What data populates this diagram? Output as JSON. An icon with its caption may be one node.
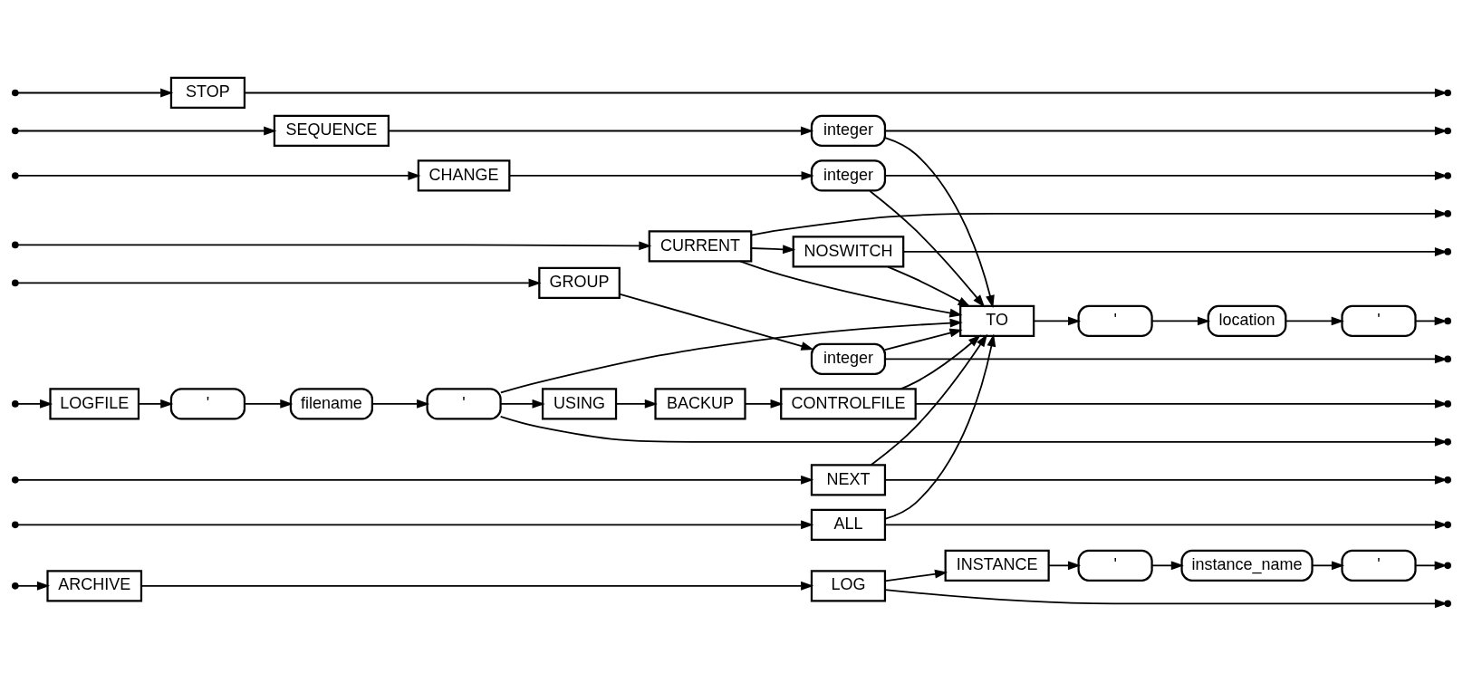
{
  "diagram": {
    "nodes": [
      {
        "text": [
          "ARCHIVE"
        ]
      },
      {
        "text": [
          "LOG"
        ]
      },
      {
        "text": [
          "INSTANCE"
        ]
      },
      {
        "text": [
          "'"
        ]
      },
      {
        "text": [
          "instance_name"
        ]
      },
      {
        "text": [
          "'"
        ]
      },
      {
        "text": [
          "SEQUENCE"
        ]
      },
      {
        "text": [
          "integer"
        ]
      },
      {
        "text": [
          "CHANGE"
        ]
      },
      {
        "text": [
          "integer"
        ]
      },
      {
        "text": [
          "CURRENT"
        ]
      },
      {
        "text": [
          "NOSWITCH"
        ]
      },
      {
        "text": [
          "GROUP"
        ]
      },
      {
        "text": [
          "integer"
        ]
      },
      {
        "text": [
          "LOGFILE"
        ]
      },
      {
        "text": [
          "'"
        ]
      },
      {
        "text": [
          "filename"
        ]
      },
      {
        "text": [
          "'"
        ]
      },
      {
        "text": [
          "USING"
        ]
      },
      {
        "text": [
          "BACKUP"
        ]
      },
      {
        "text": [
          "CONTROLFILE"
        ]
      },
      {
        "text": [
          "NEXT"
        ]
      },
      {
        "text": [
          "ALL"
        ]
      },
      {
        "text": [
          "STOP"
        ]
      },
      {
        "text": [
          "TO"
        ]
      },
      {
        "text": [
          "'"
        ]
      },
      {
        "text": [
          "location"
        ]
      },
      {
        "text": [
          "'"
        ]
      }
    ],
    "edges": [
      {
        "from": null,
        "to": 0,
        "arrow": "to"
      },
      {
        "from": 0,
        "to": 1,
        "arrow": "to"
      },
      {
        "from": 1,
        "to": 2,
        "arrow": "to"
      },
      {
        "from": 2,
        "to": 3,
        "arrow": "to"
      },
      {
        "from": 3,
        "to": 4,
        "arrow": "to"
      },
      {
        "from": 4,
        "to": 5,
        "arrow": "to"
      },
      {
        "from": 1,
        "to": null,
        "arrow": "to"
      },
      {
        "from": 5,
        "to": null,
        "arrow": "to"
      },
      {
        "from": null,
        "to": 6,
        "arrow": "to"
      },
      {
        "from": null,
        "to": 8,
        "arrow": "to"
      },
      {
        "from": null,
        "to": 12,
        "arrow": "to"
      },
      {
        "from": null,
        "to": 14,
        "arrow": "to"
      },
      {
        "from": null,
        "to": 21,
        "arrow": "to"
      },
      {
        "from": null,
        "to": 22,
        "arrow": "to"
      },
      {
        "from": 6,
        "to": 7,
        "arrow": "to"
      },
      {
        "from": 8,
        "to": 9,
        "arrow": "to"
      },
      {
        "from": 10,
        "to": 11,
        "arrow": "to"
      },
      {
        "from": 12,
        "to": 13,
        "arrow": "to"
      },
      {
        "from": 14,
        "to": 15,
        "arrow": "to"
      },
      {
        "from": 15,
        "to": 16,
        "arrow": "to"
      },
      {
        "from": 16,
        "to": 17,
        "arrow": "to"
      },
      {
        "from": 17,
        "to": 18,
        "arrow": "to"
      },
      {
        "from": 18,
        "to": 19,
        "arrow": "to"
      },
      {
        "from": 19,
        "to": 20,
        "arrow": "to"
      },
      {
        "from": 7,
        "to": 24,
        "arrow": "to"
      },
      {
        "from": 9,
        "to": 24,
        "arrow": "to"
      },
      {
        "from": 10,
        "to": 24,
        "arrow": "to"
      },
      {
        "from": 11,
        "to": 24,
        "arrow": "to"
      },
      {
        "from": 13,
        "to": 24,
        "arrow": "to"
      },
      {
        "from": 17,
        "to": 24,
        "arrow": "to"
      },
      {
        "from": 20,
        "to": 24,
        "arrow": "to"
      },
      {
        "from": 21,
        "to": 24,
        "arrow": "to"
      },
      {
        "from": 22,
        "to": 24,
        "arrow": "to"
      },
      {
        "from": 24,
        "to": 25,
        "arrow": "to"
      },
      {
        "from": 25,
        "to": 26,
        "arrow": "to"
      },
      {
        "from": 26,
        "to": 27,
        "arrow": "to"
      },
      {
        "from": 7,
        "to": null,
        "arrow": "to"
      },
      {
        "from": 9,
        "to": null,
        "arrow": "to"
      },
      {
        "from": 10,
        "to": null,
        "arrow": "to"
      },
      {
        "from": 11,
        "to": null,
        "arrow": "to"
      },
      {
        "from": 13,
        "to": null,
        "arrow": "to"
      },
      {
        "from": 17,
        "to": null,
        "arrow": "to"
      },
      {
        "from": 20,
        "to": null,
        "arrow": "to"
      },
      {
        "from": 21,
        "to": null,
        "arrow": "to"
      },
      {
        "from": 22,
        "to": null,
        "arrow": "to"
      },
      {
        "from": 27,
        "to": null,
        "arrow": "to"
      },
      {
        "from": 23,
        "to": null,
        "arrow": "to"
      },
      {
        "from": null,
        "to": 10,
        "arrow": "to"
      },
      {
        "from": null,
        "to": 23,
        "arrow": "to"
      }
    ]
  }
}
